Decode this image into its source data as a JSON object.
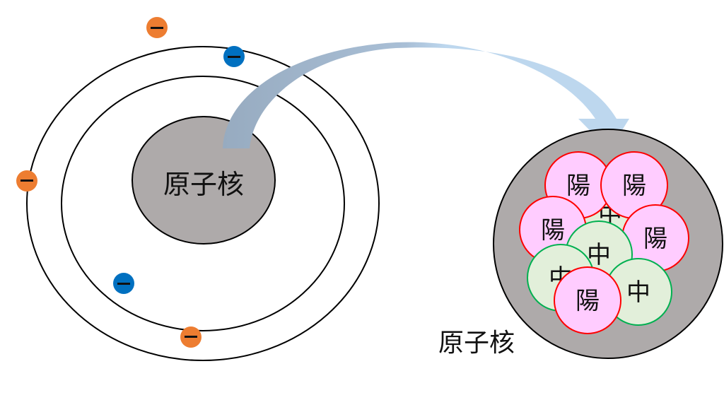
{
  "atom": {
    "nucleus_label": "原子核",
    "electron_sign": "−",
    "inner_shell_electrons": 2,
    "outer_shell_electrons": 3
  },
  "nucleus_detail": {
    "label": "原子核",
    "proton_label": "陽",
    "neutron_label": "中",
    "proton_count": 5,
    "neutron_count": 4
  },
  "colors": {
    "nucleus_fill": "#aeaaaa",
    "inner_electron": "#0070c0",
    "outer_electron": "#ed7d31",
    "proton_fill": "#ffccff",
    "proton_stroke": "#ff0000",
    "neutron_fill": "#e2efda",
    "neutron_stroke": "#00b050",
    "arrow_start": "#97abc0",
    "arrow_end": "#bdd7ee"
  }
}
